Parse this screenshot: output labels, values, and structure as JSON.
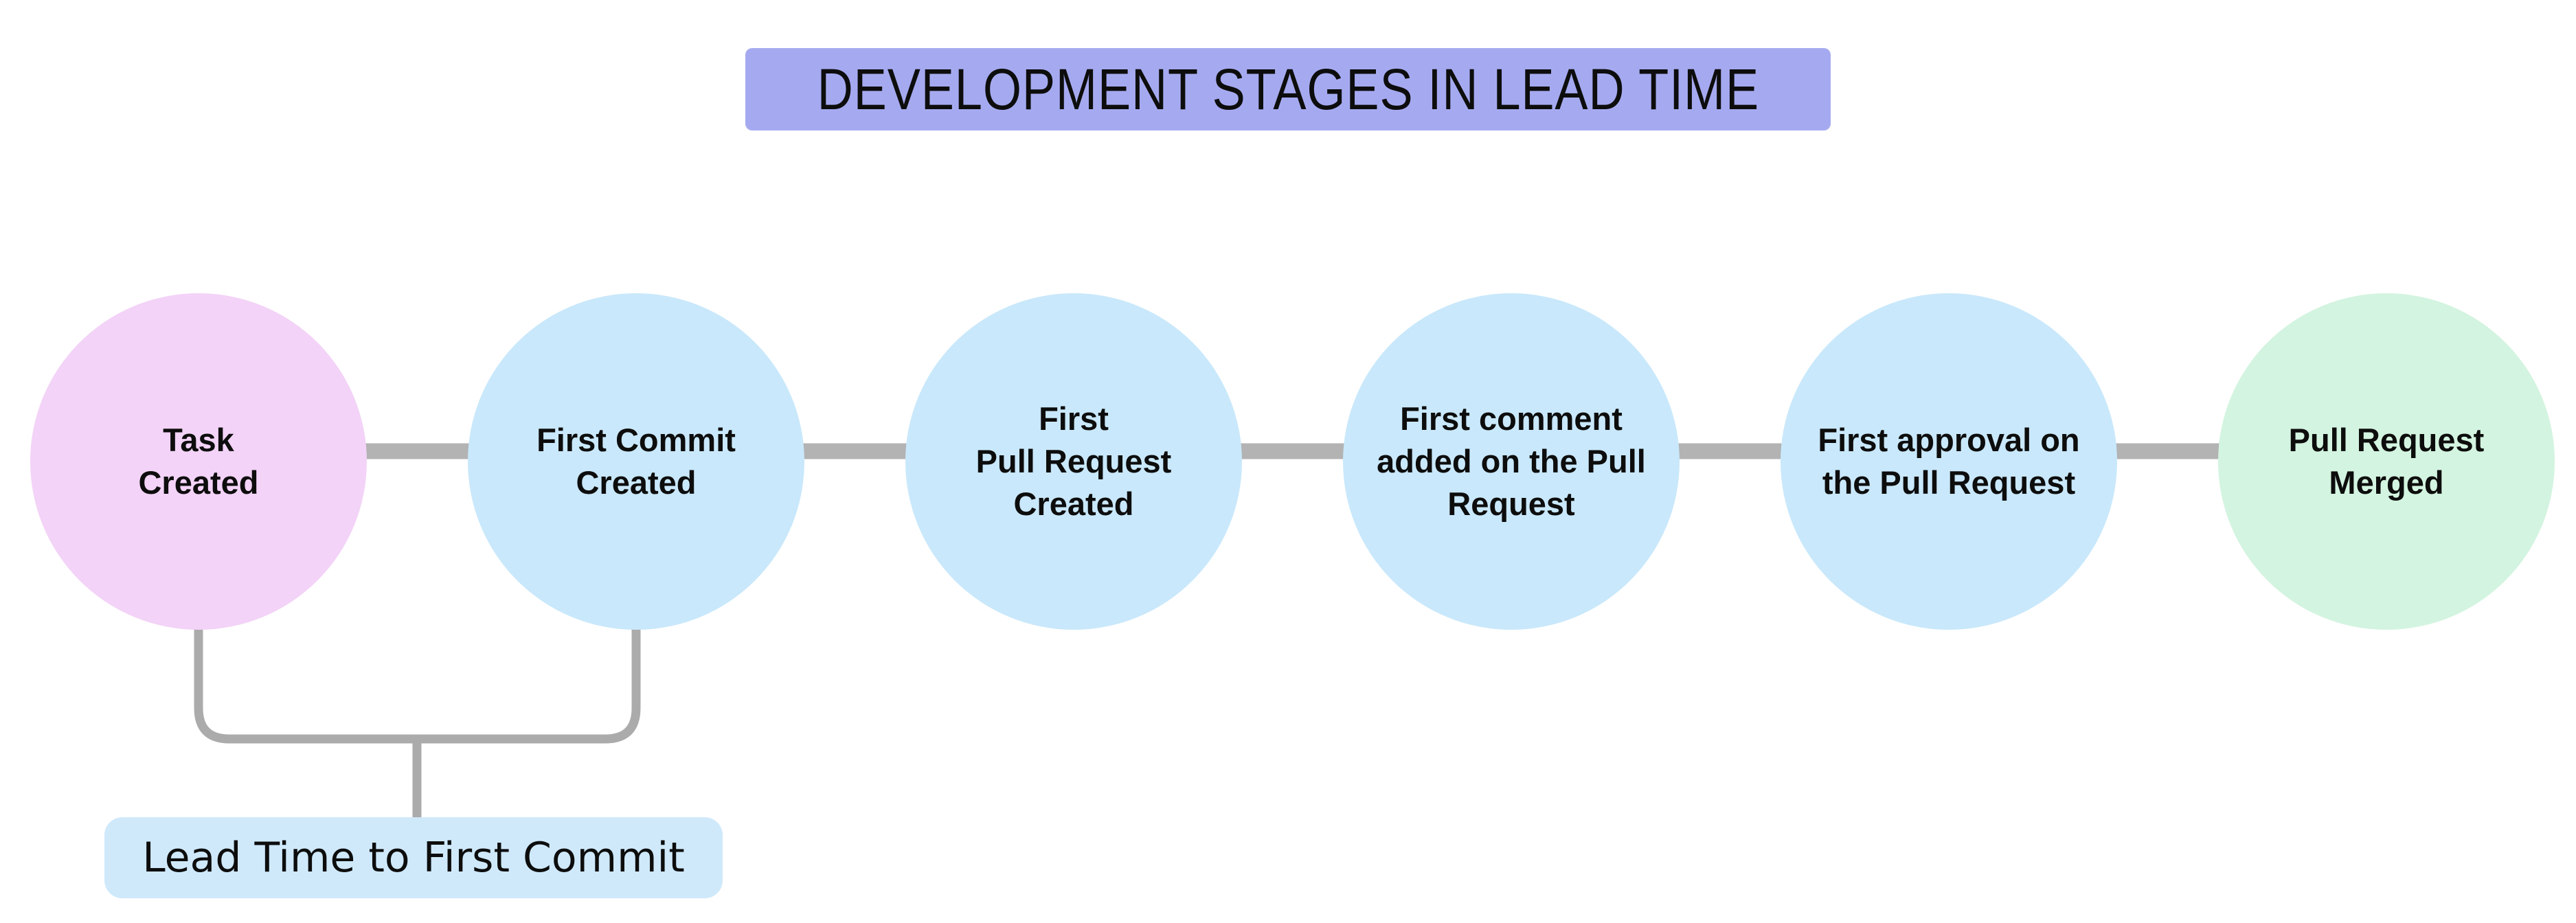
{
  "title": {
    "text": "DEVELOPMENT STAGES IN LEAD TIME",
    "bg": "#a5aaf0"
  },
  "stages": [
    {
      "label": "Task\nCreated",
      "color": "#f3d3f7"
    },
    {
      "label": "First Commit\nCreated",
      "color": "#c9e8fb"
    },
    {
      "label": "First\nPull Request\nCreated",
      "color": "#c9e8fb"
    },
    {
      "label": "First comment\nadded on the Pull\nRequest",
      "color": "#c9e8fb"
    },
    {
      "label": "First approval on\nthe Pull Request",
      "color": "#c9e8fb"
    },
    {
      "label": "Pull Request\nMerged",
      "color": "#d3f4e0"
    }
  ],
  "annotation": {
    "label": "Lead Time to First Commit",
    "bg": "#cfe9fb",
    "connects": [
      "Task Created",
      "First Commit Created"
    ]
  },
  "colors": {
    "connector": "#b3b3b3",
    "bracket": "#ababab",
    "text": "#0d0d0d",
    "background": "#ffffff"
  }
}
